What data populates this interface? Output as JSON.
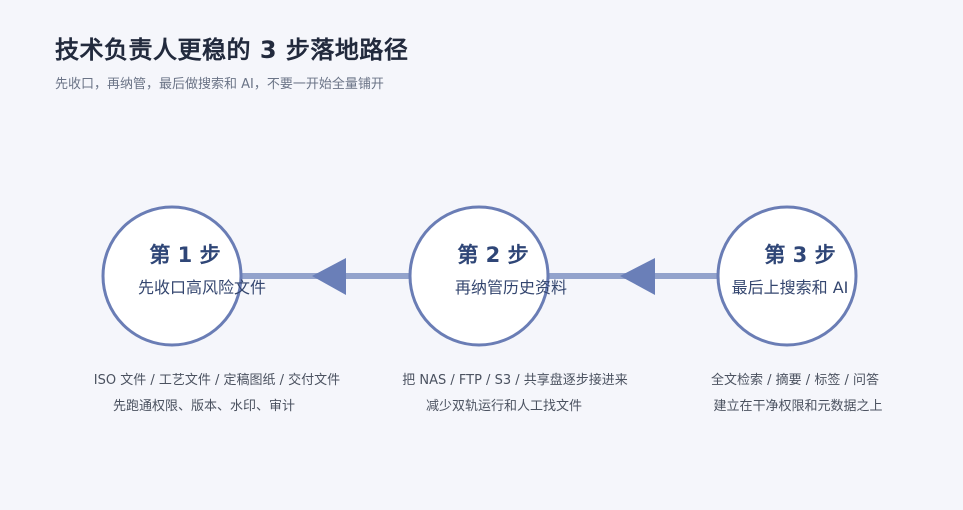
{
  "header": {
    "title": "技术负责人更稳的 3 步落地路径",
    "subtitle": "先收口，再纳管，最后做搜索和 AI，不要一开始全量铺开"
  },
  "colors": {
    "circle_stroke": "#6a7db5",
    "connector": "#93a3cc",
    "arrow": "#6a7fb8"
  },
  "steps": [
    {
      "label": "第 1 步",
      "name": "先收口高风险文件",
      "caption1": "ISO 文件 / 工艺文件 / 定稿图纸 / 交付文件",
      "caption2": "先跑通权限、版本、水印、审计"
    },
    {
      "label": "第 2 步",
      "name": "再纳管历史资料",
      "caption1": "把 NAS / FTP / S3 / 共享盘逐步接进来",
      "caption2": "减少双轨运行和人工找文件"
    },
    {
      "label": "第 3 步",
      "name": "最后上搜索和 AI",
      "caption1": "全文检索 / 摘要 / 标签 / 问答",
      "caption2": "建立在干净权限和元数据之上"
    }
  ]
}
